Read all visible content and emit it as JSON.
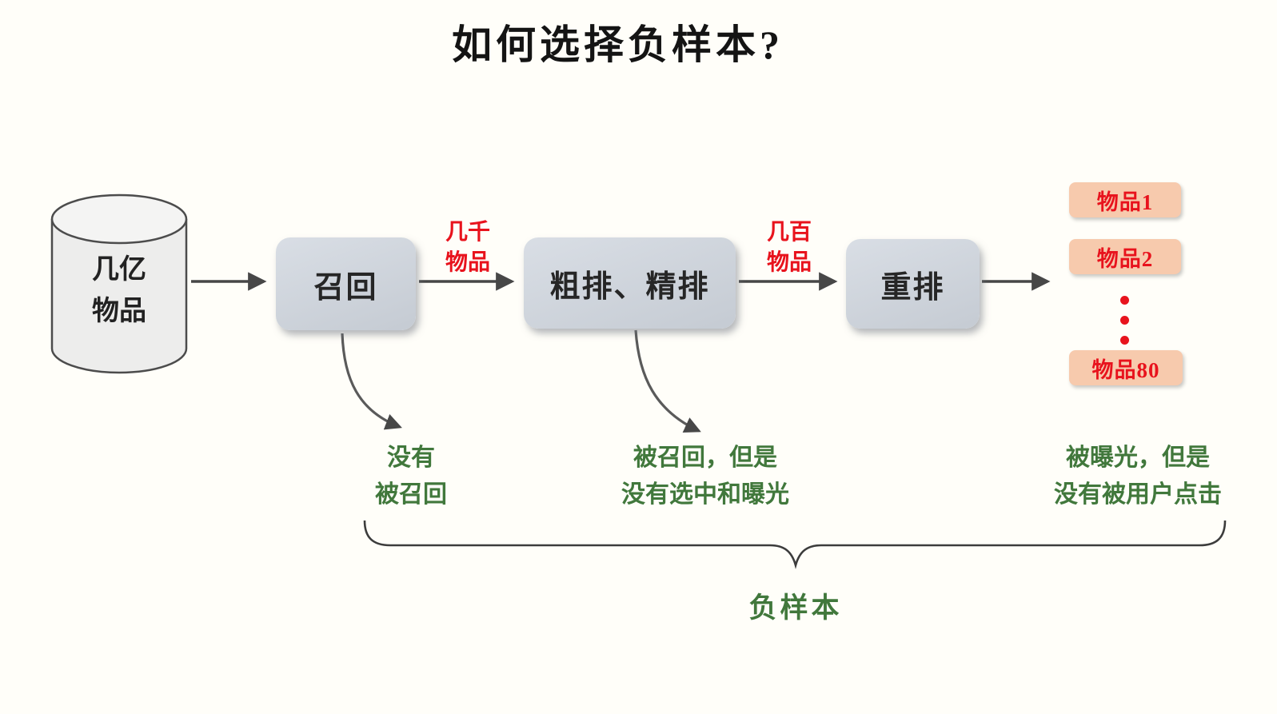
{
  "title": "如何选择负样本?",
  "source": {
    "lines": [
      "几亿",
      "物品"
    ]
  },
  "stages": [
    {
      "label": "召回"
    },
    {
      "label": "粗排、精排"
    },
    {
      "label": "重排"
    }
  ],
  "edge_labels": [
    {
      "lines": [
        "几千",
        "物品"
      ]
    },
    {
      "lines": [
        "几百",
        "物品"
      ]
    }
  ],
  "output_items": [
    "物品1",
    "物品2",
    "物品80"
  ],
  "annotations": [
    {
      "lines": [
        "没有",
        "被召回"
      ]
    },
    {
      "lines": [
        "被召回，但是",
        "没有选中和曝光"
      ]
    },
    {
      "lines": [
        "被曝光，但是",
        "没有被用户点击"
      ]
    }
  ],
  "brace_label": "负样本",
  "colors": {
    "background": "#fffef9",
    "red": "#e8131d",
    "green": "#41783c",
    "stage_fill": "#ccd2da",
    "card_fill": "#f7caad",
    "arrow": "#474747",
    "cylinder_fill": "#ededec"
  }
}
